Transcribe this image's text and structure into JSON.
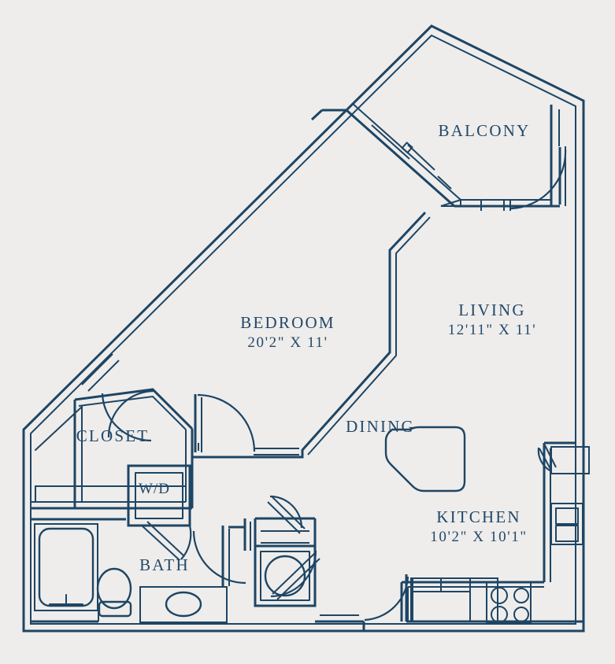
{
  "plan": {
    "title": "Apartment Floor Plan",
    "background_color": "#eeedeb",
    "line_color": "#1e4564"
  },
  "rooms": [
    {
      "key": "balcony",
      "name": "BALCONY",
      "dims": ""
    },
    {
      "key": "bedroom",
      "name": "BEDROOM",
      "dims": "20'2\" X 11'"
    },
    {
      "key": "living",
      "name": "LIVING",
      "dims": "12'11\" X 11'"
    },
    {
      "key": "dining",
      "name": "DINING",
      "dims": ""
    },
    {
      "key": "kitchen",
      "name": "KITCHEN",
      "dims": "10'2\" X 10'1\""
    },
    {
      "key": "closet",
      "name": "CLOSET",
      "dims": ""
    },
    {
      "key": "bath",
      "name": "BATH",
      "dims": ""
    }
  ],
  "fixtures": {
    "washer_dryer_label": "W/D",
    "items": [
      "bathtub",
      "toilet",
      "vanity-sink",
      "shower",
      "stove-range",
      "kitchen-sink",
      "refrigerator",
      "dining-table",
      "closet-shelf",
      "washer-dryer"
    ]
  }
}
